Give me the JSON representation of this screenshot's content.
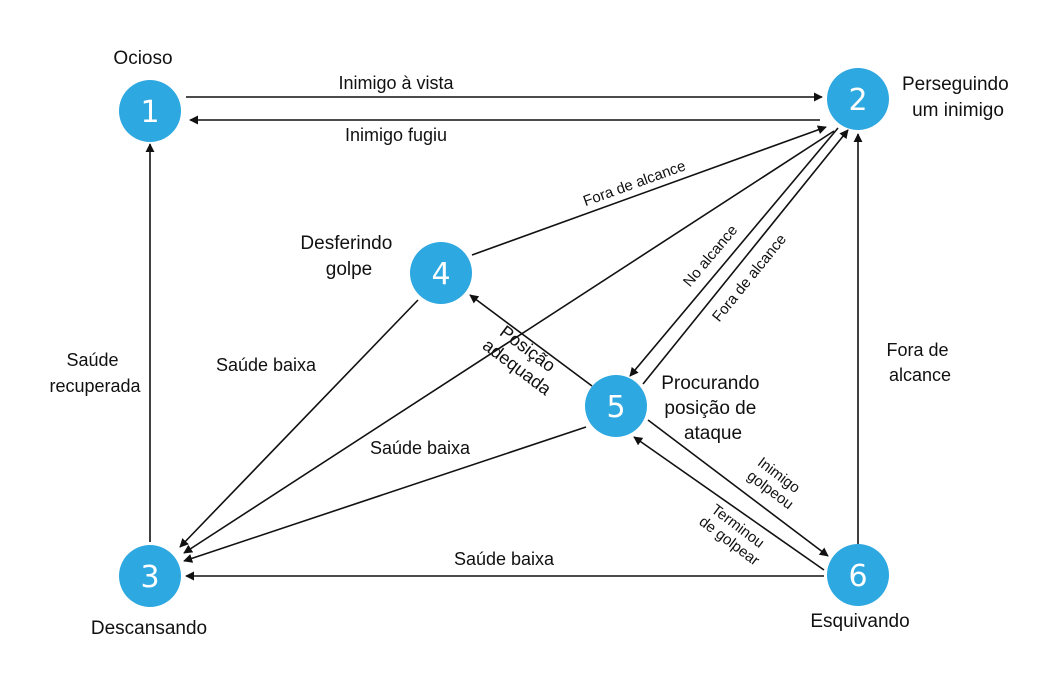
{
  "states": {
    "s1": {
      "number": "1",
      "label_lines": [
        "Ocioso"
      ]
    },
    "s2": {
      "number": "2",
      "label_lines": [
        "Perseguindo",
        "um inimigo"
      ]
    },
    "s3": {
      "number": "3",
      "label_lines": [
        "Descansando"
      ]
    },
    "s4": {
      "number": "4",
      "label_lines": [
        "Desferindo",
        "golpe"
      ]
    },
    "s5": {
      "number": "5",
      "label_lines": [
        "Procurando",
        "posição de",
        "ataque"
      ]
    },
    "s6": {
      "number": "6",
      "label_lines": [
        "Esquivando"
      ]
    }
  },
  "transitions": {
    "t_1_2": {
      "from": "1",
      "to": "2",
      "label_lines": [
        "Inimigo à vista"
      ]
    },
    "t_2_1": {
      "from": "2",
      "to": "1",
      "label_lines": [
        "Inimigo fugiu"
      ]
    },
    "t_4_2": {
      "from": "4",
      "to": "2",
      "label_lines": [
        "Fora de alcance"
      ]
    },
    "t_2_5": {
      "from": "2",
      "to": "5",
      "label_lines": [
        "No alcance"
      ]
    },
    "t_5_2": {
      "from": "5",
      "to": "2",
      "label_lines": [
        "Fora de alcance"
      ]
    },
    "t_5_4": {
      "from": "5",
      "to": "4",
      "label_lines": [
        "Posição",
        "adequada"
      ]
    },
    "t_4_3": {
      "from": "4",
      "to": "3",
      "label_lines": [
        "Saúde baixa"
      ]
    },
    "t_2_3": {
      "from": "2",
      "to": "3",
      "label_lines": [
        "Saúde baixa"
      ]
    },
    "t_5_3": {
      "from": "5",
      "to": "3",
      "label_lines": []
    },
    "t_3_1": {
      "from": "3",
      "to": "1",
      "label_lines": [
        "Saúde",
        "recuperada"
      ]
    },
    "t_6_3": {
      "from": "6",
      "to": "3",
      "label_lines": [
        "Saúde baixa"
      ]
    },
    "t_6_2": {
      "from": "6",
      "to": "2",
      "label_lines": [
        "Fora de",
        "alcance"
      ]
    },
    "t_5_6": {
      "from": "5",
      "to": "6",
      "label_lines": [
        "Inimigo",
        "golpeou"
      ]
    },
    "t_6_5": {
      "from": "6",
      "to": "5",
      "label_lines": [
        "Terminou",
        "de golpear"
      ]
    }
  },
  "colors": {
    "node_fill": "#2ea8e0",
    "node_text": "#ffffff",
    "line": "#111111"
  }
}
